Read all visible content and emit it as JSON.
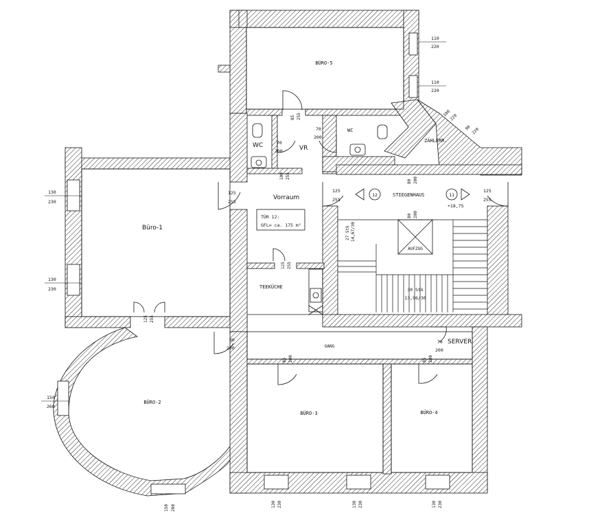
{
  "rooms": {
    "buero5": "BÜRO-5",
    "buero1": "Büro-1",
    "buero2": "BÜRO-2",
    "buero3": "BÜRO-3",
    "buero4": "BÜRO-4",
    "wc_left": "WC",
    "wc_right": "WC",
    "vr": "VR",
    "vorraum": "Vorraum",
    "teekueche": "TEEKÜCHE",
    "stiegenhaus": "STIEGENHAUS",
    "zaehlerraum": "ZÄHLERR.",
    "aufzug": "AUFZUG",
    "gang": "GANG",
    "server": "SERVER"
  },
  "unit_info": {
    "line1": "TÜR 12:",
    "line2": "GFL= ca. 175 m²"
  },
  "markers": {
    "m12": "12",
    "m11": "11",
    "level": "+18,75"
  },
  "stairs": {
    "upper_line1": "27 Stk",
    "upper_line2": "14,67/30",
    "main_line1": "30 Stk",
    "main_line2": "13,96/30"
  },
  "dimensions": {
    "w5a_top": "110",
    "w5a_bot": "220",
    "w5b_top": "110",
    "w5b_bot": "220",
    "wz1_top": "100",
    "wz1_bot": "220",
    "wz2_top": "90",
    "wz2_bot": "220",
    "w1a_top": "130",
    "w1a_bot": "230",
    "w1b_top": "130",
    "w1b_bot": "230",
    "w2a_top": "150",
    "w2a_bot": "260",
    "w2b_top": "150",
    "w2b_bot": "260",
    "d_b5_a": "85",
    "d_b5_b": "255",
    "d_wc_a": "70",
    "d_wc_b": "200",
    "d_wc2_a": "70",
    "d_wc2_b": "200",
    "d_vr_a": "100",
    "d_vr_b": "255",
    "d_vo_a": "125",
    "d_vo_b": "255",
    "d_st_a": "125",
    "d_st_b": "255",
    "d_st2_a": "125",
    "d_st2_b": "255",
    "d_zr_a": "80",
    "d_zr_b": "200",
    "d_au_a": "80",
    "d_au_b": "200",
    "d_tk_a": "125",
    "d_tk_b": "255",
    "d_b2_a": "125",
    "d_b2_b": "255",
    "d_gang_a": "80",
    "d_gang_b": "200",
    "d_b3_a": "85",
    "d_b3_b": "200",
    "d_b4_a": "85",
    "d_b4_b": "200",
    "d_sv_a": "70",
    "d_sv_b": "200",
    "w3a_top": "130",
    "w3a_bot": "230",
    "w3b_top": "130",
    "w3b_bot": "230",
    "w4_top": "130",
    "w4_bot": "230"
  }
}
